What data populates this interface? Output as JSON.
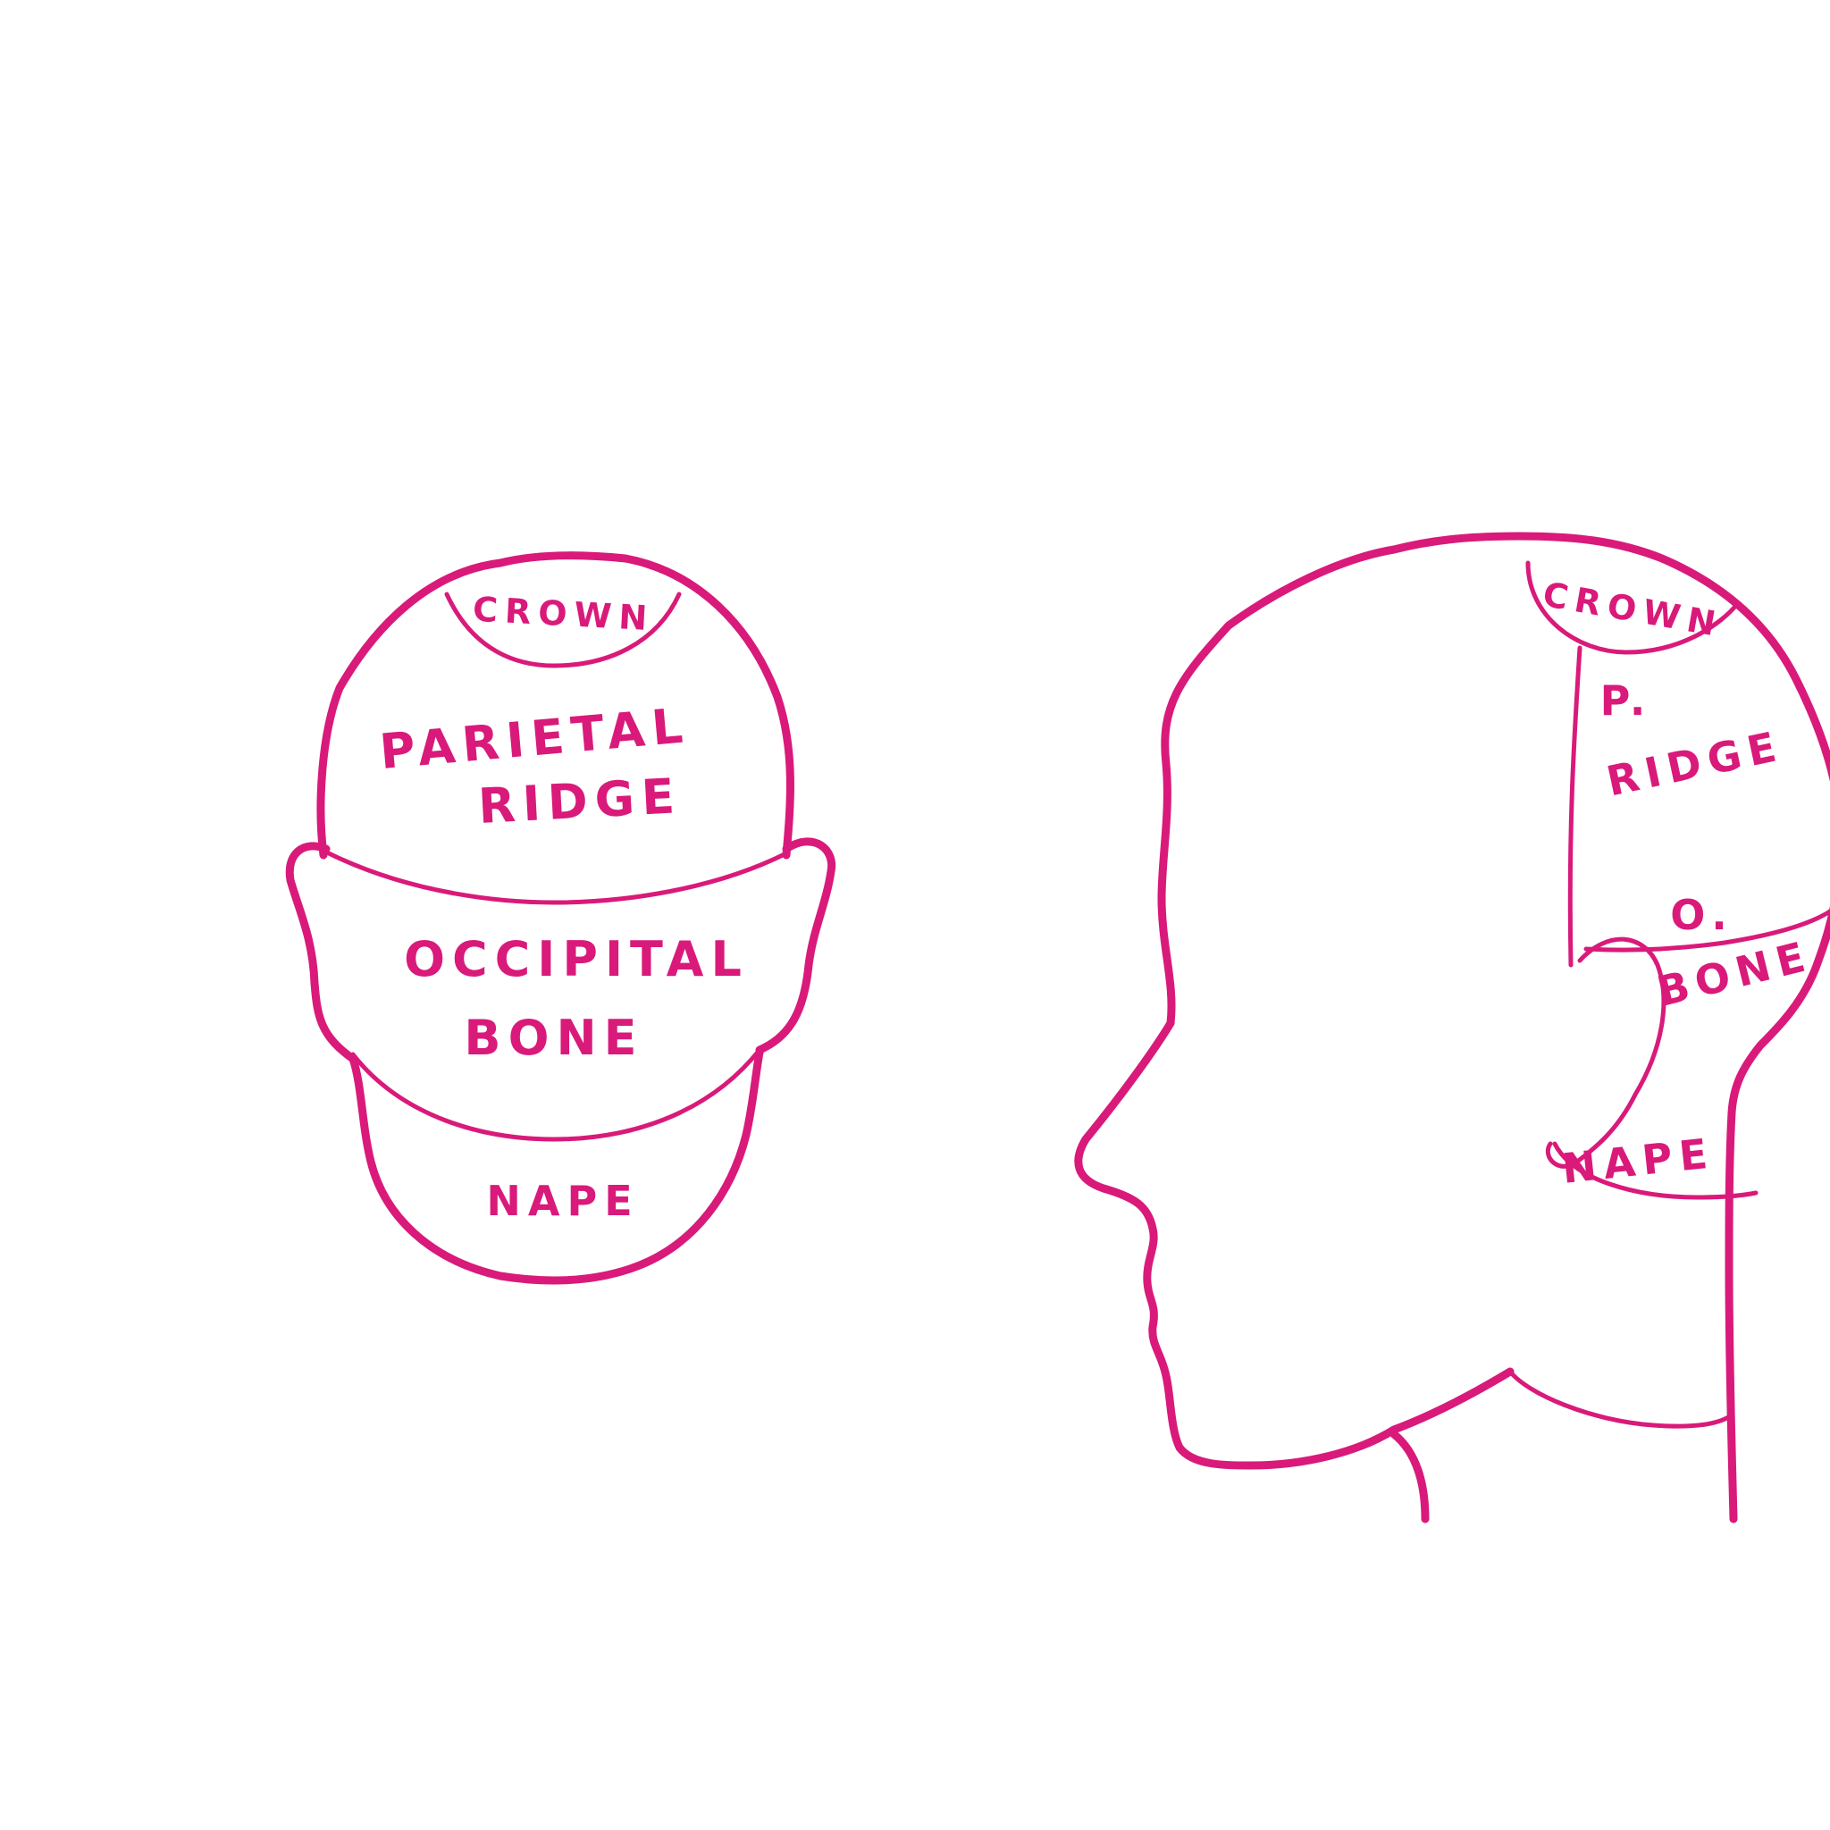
{
  "colors": {
    "ink": "#d91a7a",
    "background": "#ffffff"
  },
  "back_view": {
    "crown": "CROWN",
    "parietal_line1": "PARIETAL",
    "parietal_line2": "RIDGE",
    "occipital_line1": "OCCIPITAL",
    "occipital_line2": "BONE",
    "nape": "NAPE"
  },
  "side_view": {
    "crown": "CROWN",
    "parietal_line1": "P.",
    "parietal_line2": "RIDGE",
    "occipital_line1": "O.",
    "occipital_line2": "BONE",
    "nape": "NAPE"
  }
}
